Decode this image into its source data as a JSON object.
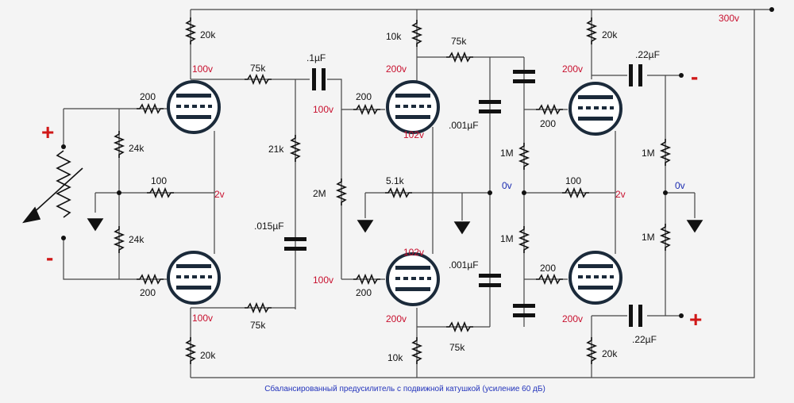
{
  "supply_voltage": "300v",
  "caption": "Сбалансированный предусилитель с подвижной катушкой (усиление 60 дБ)",
  "input": {
    "plus": "+",
    "minus": "-"
  },
  "output": {
    "minus": "-",
    "plus": "+"
  },
  "stage1": {
    "top_plate_resistor": "20k",
    "top_plate_voltage": "100v",
    "top_grid_resistor": "200",
    "input_resistor_top": "24k",
    "center_resistor": "100",
    "cathode_voltage": "2v",
    "input_resistor_bottom": "24k",
    "bottom_grid_resistor": "200",
    "bottom_plate_voltage": "100v",
    "bottom_plate_resistor": "20k",
    "top_feedback_resistor": "75k",
    "bottom_feedback_resistor": "75k"
  },
  "coupling": {
    "top_cap": ".1µF",
    "divider_resistor": "21k",
    "divider_cap": ".015µF",
    "bias_resistor": "2M",
    "top_grid_voltage": "100v",
    "bottom_grid_voltage": "100v"
  },
  "stage2": {
    "top_plate_resistor": "10k",
    "top_plate_voltage": "200v",
    "top_feedback_resistor": "75k",
    "top_grid_resistor": "200",
    "top_cathode_voltage": "102v",
    "cathode_resistor": "5.1k",
    "bottom_cathode_voltage": "102v",
    "bottom_grid_resistor": "200",
    "bottom_plate_voltage": "200v",
    "bottom_feedback_resistor": "75k",
    "bottom_plate_resistor": "10k",
    "top_cap": ".001µF",
    "bottom_cap": ".001µF",
    "top_bias_resistor": "1M",
    "center_voltage": "0v",
    "bottom_bias_resistor": "1M"
  },
  "stage3": {
    "top_plate_resistor": "20k",
    "top_plate_voltage": "200v",
    "top_output_cap": ".22µF",
    "top_grid_resistor": "200",
    "center_resistor": "100",
    "cathode_voltage": "2v",
    "bottom_grid_resistor": "200",
    "bottom_plate_voltage": "200v",
    "bottom_output_cap": ".22µF",
    "bottom_plate_resistor": "20k",
    "top_output_resistor": "1M",
    "output_center_voltage": "0v",
    "bottom_output_resistor": "1M"
  }
}
